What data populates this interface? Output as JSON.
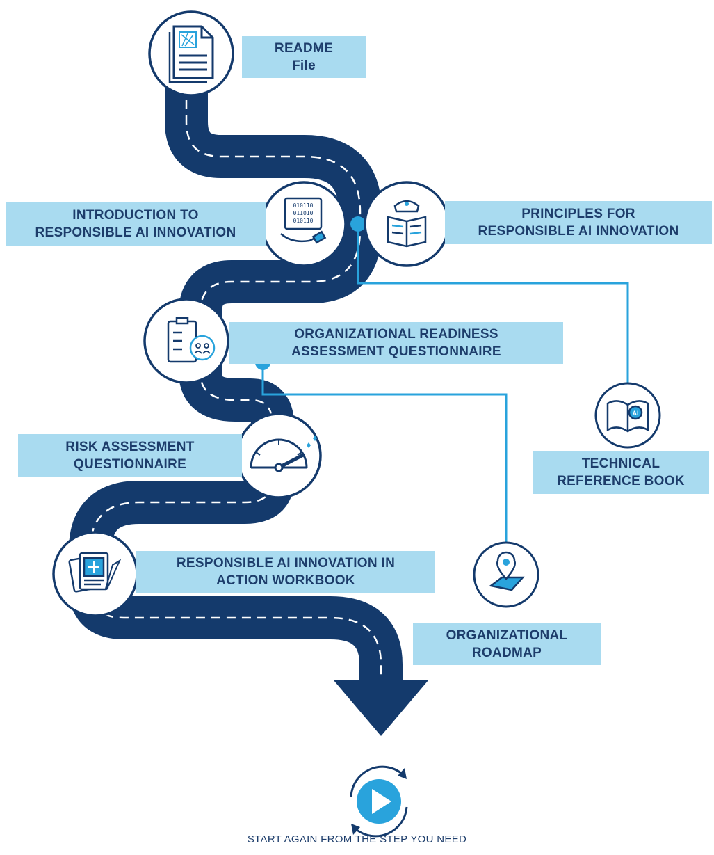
{
  "steps": [
    {
      "id": "readme",
      "line1": "README",
      "line2": "File",
      "icon": "document-icon"
    },
    {
      "id": "intro",
      "line1": "INTRODUCTION TO",
      "line2": "RESPONSIBLE AI INNOVATION",
      "icon": "binary-hand-icon"
    },
    {
      "id": "principles",
      "line1": "PRINCIPLES FOR",
      "line2": "RESPONSIBLE AI INNOVATION",
      "icon": "police-book-icon"
    },
    {
      "id": "readiness",
      "line1": "ORGANIZATIONAL READINESS",
      "line2": "ASSESSMENT QUESTIONNAIRE",
      "icon": "clipboard-people-icon"
    },
    {
      "id": "technical",
      "line1": "TECHNICAL",
      "line2": "REFERENCE BOOK",
      "icon": "ai-book-icon"
    },
    {
      "id": "risk",
      "line1": "RISK ASSESSMENT",
      "line2": "QUESTIONNAIRE",
      "icon": "gauge-icon"
    },
    {
      "id": "workbook",
      "line1": "RESPONSIBLE AI INNOVATION IN",
      "line2": "ACTION WORKBOOK",
      "icon": "workbook-icon"
    },
    {
      "id": "roadmap",
      "line1": "ORGANIZATIONAL",
      "line2": "ROADMAP",
      "icon": "map-pin-icon"
    }
  ],
  "footer": "START AGAIN FROM THE STEP YOU NEED",
  "colors": {
    "road": "#143a6c",
    "accent": "#29a3dc",
    "label_bg": "#a9dbf0",
    "text": "#1d3d6b"
  }
}
